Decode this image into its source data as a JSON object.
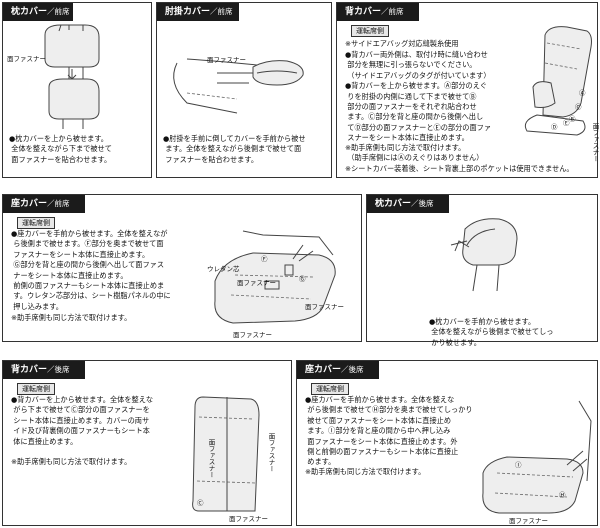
{
  "panel1": {
    "title": "枕カバー",
    "sub": "／前席",
    "label_fastener": "面ファスナー",
    "body": "●枕カバーを上から被せます。\n 全体を整えながら下まで被せて\n 面ファスナーを貼合わせます。"
  },
  "panel2": {
    "title": "肘掛カバー",
    "sub": "／前席",
    "label_fastener": "面ファスナー",
    "body": "●肘掛を手前に倒してカバーを手前から被せ\n ます。全体を整えながら後側まで被せて面\n ファスナーを貼合わせます。"
  },
  "panel3": {
    "title": "背カバー",
    "sub": "／前席",
    "tag": "運転席側",
    "note_airbag": "※サイドエアバッグ対応縫製糸使用",
    "body": "●背カバー両外側は、取付け時に縫い合わせ\n 部分を無理に引っ張らないでください。\n （サイドエアバッグのタグが付いています）\n●背カバーを上から被せます。Ⓐ部分のえぐ\n りを肘掛の内側に通して下まで被せてⒷ\n 部分の面ファスナーをそれぞれ貼合わせ\n ます。Ⓒ部分を背と座の間から後側へ出し\n てⒹ部分の面ファスナーとⒺの部分の面ファ\n スナーをシート本体に直接止めます。",
    "body2": "※助手席側も同じ方法で取付けます。\n （助手席側にはⒶのえぐりはありません）\n※シートカバー装着後、シート背裏上部のポケットは使用できません。",
    "label_fastener": "面ファスナー",
    "mk_a": "Ⓐ",
    "mk_b": "Ⓑ",
    "mk_c": "Ⓒ",
    "mk_d": "Ⓓ",
    "mk_e": "Ⓔ"
  },
  "panel4": {
    "title": "座カバー",
    "sub": "／前席",
    "tag": "運転席側",
    "body": "●座カバーを手前から被せます。全体を整えなが\n ら後側まで被せます。Ⓕ部分を奥まで被せて面\n ファスナーをシート本体に直接止めます。\n Ⓖ部分を背と座の間から後側へ出して面ファス\n ナーをシート本体に直接止めます。\n 前側の面ファスナーもシート本体に直接止めま\n す。ウレタン芯部分は、シート樹脂パネルの中に\n 押し込みます。",
    "note": "※助手席側も同じ方法で取付けます。",
    "label_urethane": "ウレタン芯",
    "label_fastener1": "面ファスナー",
    "label_fastener2": "面ファスナー",
    "label_fastener3": "面ファスナー",
    "mk_f": "Ⓕ",
    "mk_g": "Ⓖ"
  },
  "panel5": {
    "title": "枕カバー",
    "sub": "／後席",
    "body": "●枕カバーを手前から被せます。\n 全体を整えながら後側まで被せてしっ\n かり被せます。"
  },
  "panel6": {
    "title": "背カバー",
    "sub": "／後席",
    "tag": "運転席側",
    "body": "●背カバーを上から被せます。全体を整えな\n がら下まで被せてⒸ部分の面ファスナーを\n シート本体に直接止めます。カバーの両サ\n イド及び背裏側の面ファスナーもシート本\n 体に直接止めます。",
    "note": "※助手席側も同じ方法で取付けます。",
    "label_fastener_v": "面ファスナー",
    "label_fastener_v2": "面ファスナー",
    "label_fastener_b": "面ファスナー",
    "mk_c": "Ⓒ"
  },
  "panel7": {
    "title": "座カバー",
    "sub": "／後席",
    "tag": "運転席側",
    "body": "●座カバーを手前から被せます。全体を整えな\n がら後側まで被せてⒽ部分を奥まで被せてしっかり\n 被せて面ファスナーをシート本体に直接止め\n ます。Ⓘ部分を背と座の間から中へ押し込み\n 面ファスナーをシート本体に直接止めます。外\n 側と前側の面ファスナーもシート本体に直接止\n めます。",
    "note": "※助手席側も同じ方法で取付けます。",
    "label_fastener": "面ファスナー",
    "mk_h": "Ⓗ",
    "mk_i": "Ⓘ"
  }
}
